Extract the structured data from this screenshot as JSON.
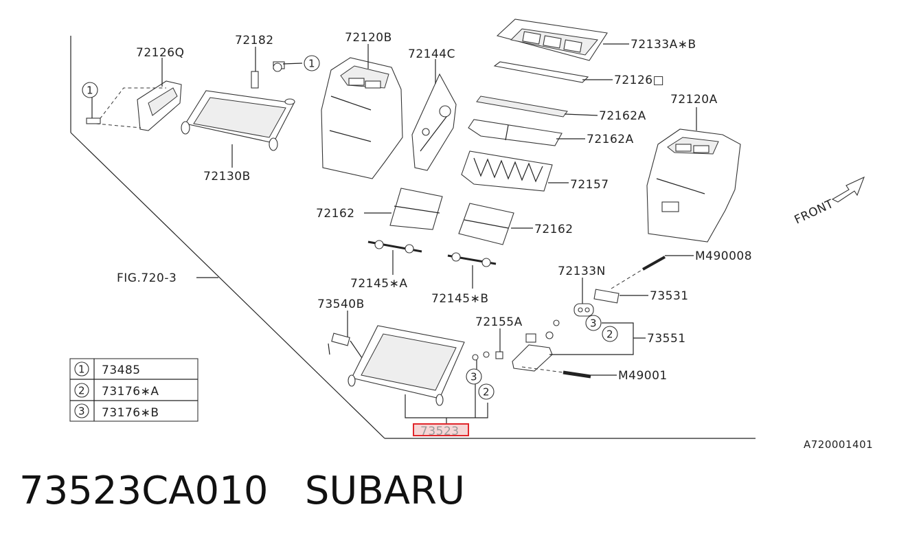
{
  "callouts": {
    "c72126Q": "72126Q",
    "c72182": "72182",
    "c72120B": "72120B",
    "c72144C": "72144C",
    "c72133AB": "72133A∗B",
    "c72126O": "72126□",
    "c72162A_1": "72162A",
    "c72162A_2": "72162A",
    "c72120A": "72120A",
    "c72130B": "72130B",
    "c72157": "72157",
    "c72162_1": "72162",
    "c72162_2": "72162",
    "c72145A": "72145∗A",
    "c72145B": "72145∗B",
    "cFIG": "FIG.720-3",
    "c73540B": "73540B",
    "c72155A": "72155A",
    "c72133N": "72133N",
    "cM490008": "M490008",
    "c73531": "73531",
    "c73551": "73551",
    "cM49001": "M49001",
    "c73523": "73523",
    "front": "FRONT",
    "diagram_code": "A720001401"
  },
  "circle_refs": {
    "one": "1",
    "two": "2",
    "three": "3"
  },
  "legend": [
    {
      "ref": "1",
      "part": "73485"
    },
    {
      "ref": "2",
      "part": "73176∗A"
    },
    {
      "ref": "3",
      "part": "73176∗B"
    }
  ],
  "footer": {
    "part_number": "73523CA010",
    "brand": "SUBARU",
    "text": "73523CA010   SUBARU"
  },
  "highlight_color": "#e0262b"
}
